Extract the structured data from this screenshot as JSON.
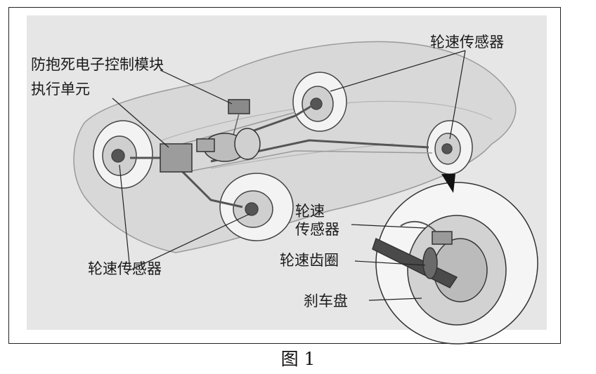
{
  "labels": {
    "ecu": "防抱死电子控制模块",
    "actuator": "执行单元",
    "sensor_top_right": "轮速传感器",
    "sensor_bottom_left": "轮速传感器",
    "sensor_mid_line1": "轮速",
    "sensor_mid_line2": "传感器",
    "sensor_inset": "传感器",
    "gear_ring": "轮速齿圈",
    "brake_disc": "刹车盘"
  },
  "caption": "图 1",
  "colors": {
    "background": "#e9e9e9",
    "car_body": "#dcdcdc",
    "wheel": "#f2f2f2",
    "outline": "#222222"
  }
}
